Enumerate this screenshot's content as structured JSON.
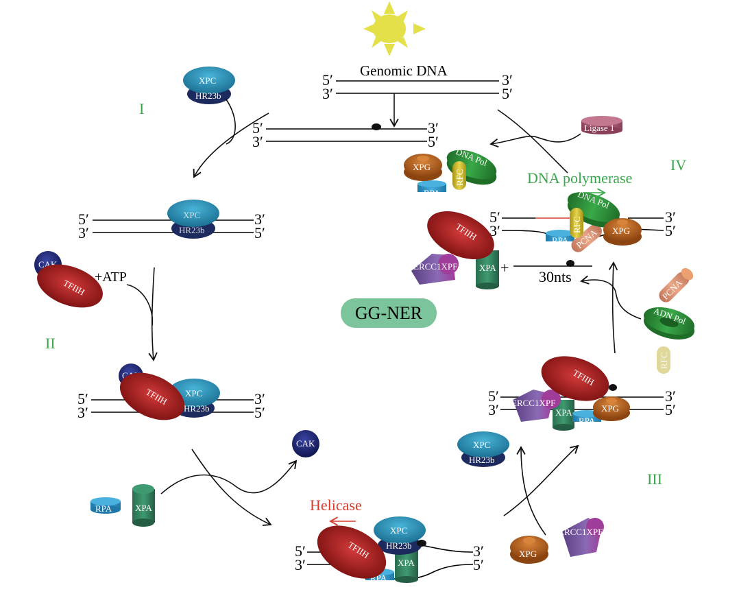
{
  "title": "Genomic DNA",
  "center_badge": {
    "label": "GG-NER",
    "color": "#7cc49b"
  },
  "stages": [
    {
      "id": "I",
      "label": "I"
    },
    {
      "id": "II",
      "label": "II"
    },
    {
      "id": "III",
      "label": "III"
    },
    {
      "id": "IV",
      "label": "IV"
    }
  ],
  "strand_ends": {
    "five": "5′",
    "three": "3′"
  },
  "annotations": {
    "atp": "+ATP",
    "helicase": "Helicase",
    "dna_polymerase": "DNA polymerase",
    "nts": "30nts",
    "plus": "+"
  },
  "proteins": {
    "xpc": "XPC",
    "hr23b": "HR23b",
    "cak": "CAK",
    "tfiih": "TFIIH",
    "rpa": "RPA",
    "xpa": "XPA",
    "xpg": "XPG",
    "ercc1xpf": "ERCC1XPF",
    "dna_pol": "DNA Pol",
    "adn_pol": "ADN Pol",
    "rfc": "RFC",
    "pcna": "PCNA",
    "ligase": "Ligase 1"
  },
  "colors": {
    "xpc": "#2a8fb5",
    "hr23b": "#1c2a5e",
    "cak": "#1e2466",
    "tfiih": "#a01c1c",
    "rpa": "#2b93c4",
    "xpa": "#2f7d5c",
    "xpg": "#b8621c",
    "ercc1": "#7a5aa0",
    "xpf": "#a03c9a",
    "dna_pol": "#2e8a38",
    "rfc": "#c8b42c",
    "rfc_pale": "#e0d89a",
    "pcna": "#e0987a",
    "ligase": "#b0607a",
    "sun": "#e4e04a",
    "stage": "#3aa84a",
    "helicase": "#d8392c",
    "repair_patch": "#d8392c"
  }
}
